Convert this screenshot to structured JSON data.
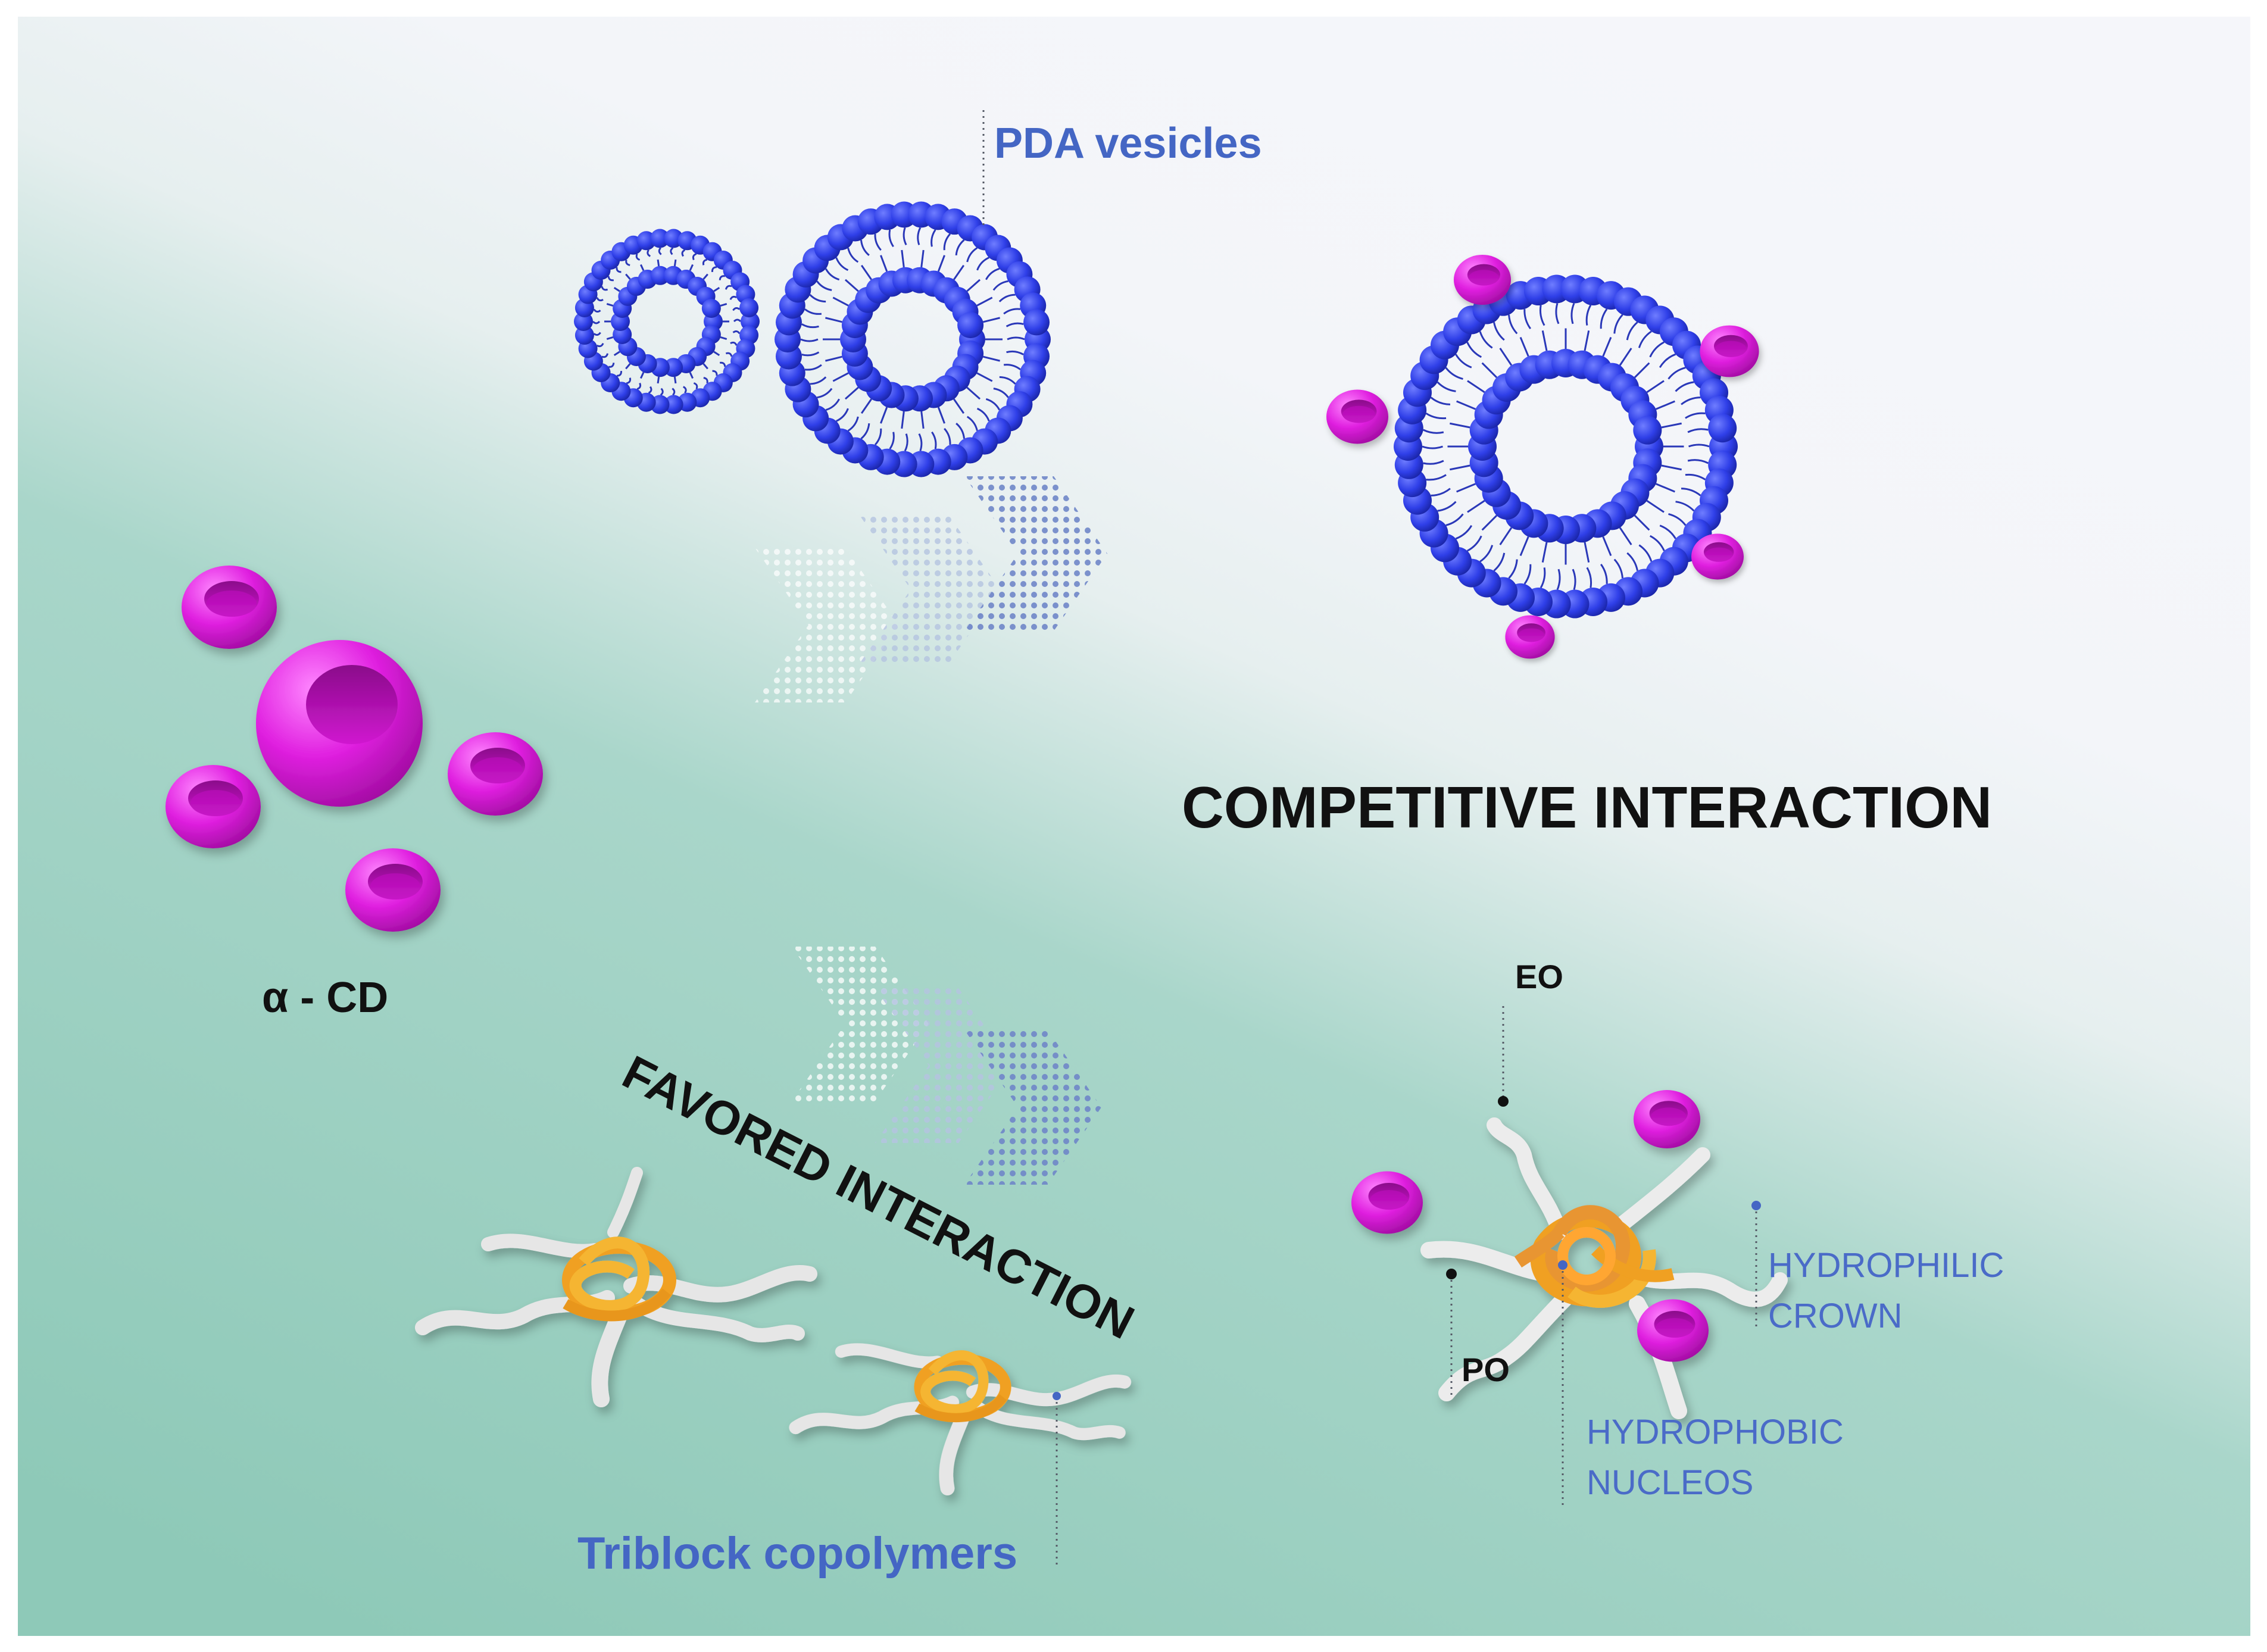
{
  "labels": {
    "pda_vesicles": "PDA vesicles",
    "alpha_cd": "α - CD",
    "competitive": "COMPETITIVE INTERACTION",
    "favored": "FAVORED INTERACTION",
    "triblock": "Triblock copolymers",
    "eo": "EO",
    "po": "PO",
    "hydrophilic_1": "HYDROPHILIC",
    "hydrophilic_2": "CROWN",
    "hydrophobic_1": "HYDROPHOBIC",
    "hydrophobic_2": "NUCLEOS"
  },
  "colors": {
    "vesicle_blue": "#2f3fe8",
    "cyclodextrin_magenta": "#e020e0",
    "copolymer_core": "#f0a020",
    "copolymer_tail": "#e8e8e8",
    "label_blue": "#4466c4",
    "background_teal": "#9fd0c2",
    "background_light": "#f2f4f8"
  },
  "icons": {
    "vesicle": "lipid-bilayer-vesicle-icon",
    "cyclodextrin": "cyclodextrin-ring-icon",
    "arrow": "dotted-chevron-arrow-icon",
    "micelle": "copolymer-micelle-icon"
  }
}
